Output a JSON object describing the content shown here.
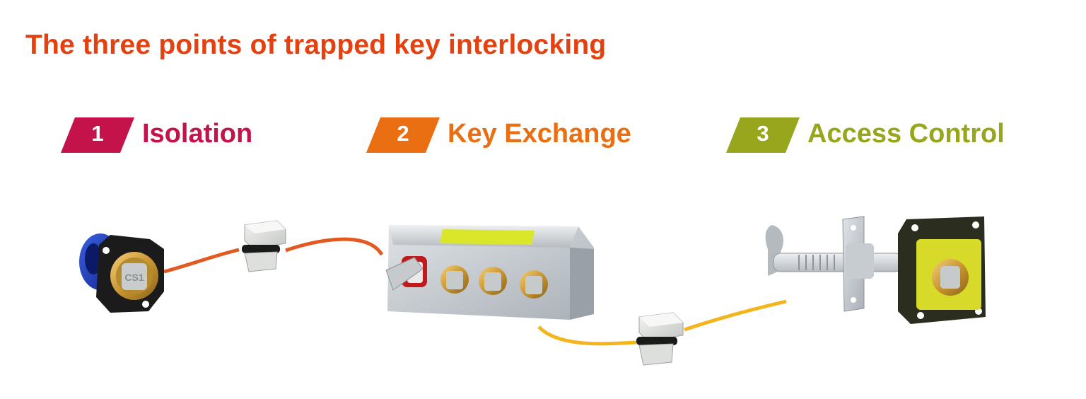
{
  "title": "The three points of trapped key interlocking",
  "steps": [
    {
      "number": "1",
      "label": "Isolation",
      "color": "#c4134a"
    },
    {
      "number": "2",
      "label": "Key Exchange",
      "color": "#ea6f12"
    },
    {
      "number": "3",
      "label": "Access Control",
      "color": "#97a61c"
    }
  ],
  "colors": {
    "title": "#e5400f",
    "wire_orange": "#e25a22",
    "wire_yellow": "#f2b51e"
  }
}
